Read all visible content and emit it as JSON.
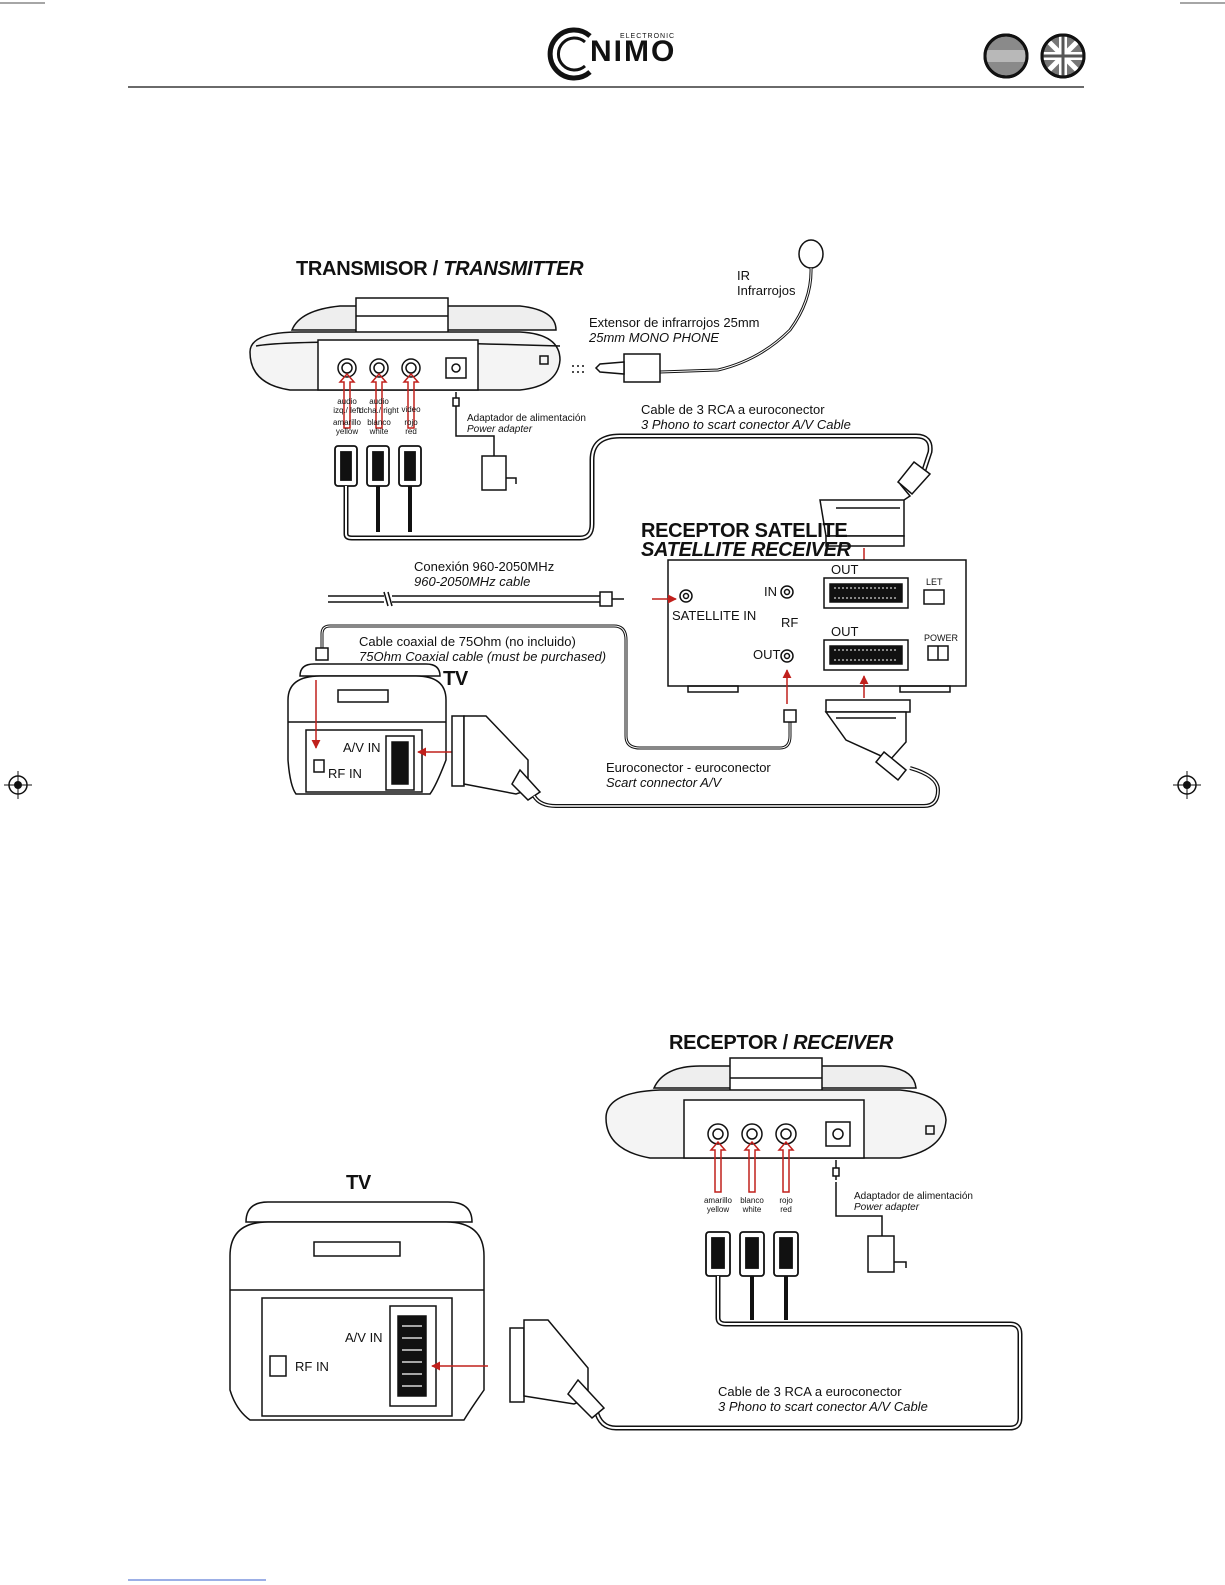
{
  "header": {
    "brand": "NIMO",
    "brand_sub": "ELECTRONIC",
    "flags": [
      "spanish-flag-icon",
      "uk-flag-icon"
    ]
  },
  "diagram1": {
    "title_es": "TRANSMISOR / ",
    "title_en": "TRANSMITTER",
    "ir": "IR",
    "infrarrojos": "Infrarrojos",
    "ir_ext_es": "Extensor de infrarrojos 25mm",
    "ir_ext_en": "25mm MONO PHONE",
    "adapter_es": "Adaptador de alimentación",
    "adapter_en": "Power adapter",
    "cable_es": "Cable de 3 RCA a euroconector",
    "cable_en": "3 Phono to scart conector A/V Cable",
    "jacks": [
      {
        "top": "audio",
        "mid": "izq./ left",
        "color_es": "amarillo",
        "color_en": "yellow"
      },
      {
        "top": "audio",
        "mid": "dcha./ right",
        "color_es": "blanco",
        "color_en": "white"
      },
      {
        "top": "",
        "mid": "video",
        "color_es": "rojo",
        "color_en": "red"
      }
    ],
    "sat_title_es": "RECEPTOR SATELITE",
    "sat_title_en": "SATELLITE RECEIVER",
    "freq_es": "Conexión 960-2050MHz",
    "freq_en": "960-2050MHz cable",
    "satellite_in": "SATELLITE IN",
    "in": "IN",
    "rf": "RF",
    "out": "OUT",
    "out_scart_1": "OUT",
    "out_scart_2": "OUT",
    "let": "LET",
    "power": "POWER",
    "coax_es": "Cable coaxial de 75Ohm (no incluido)",
    "coax_en": "75Ohm Coaxial cable (must be purchased)",
    "tv": "TV",
    "av_in": "A/V IN",
    "rf_in": "RF IN",
    "scart_es": "Euroconector - euroconector",
    "scart_en": "Scart connector A/V"
  },
  "diagram2": {
    "title_es": "RECEPTOR / ",
    "title_en": "RECEIVER",
    "adapter_es": "Adaptador de alimentación",
    "adapter_en": "Power adapter",
    "jacks": [
      {
        "color_es": "amarillo",
        "color_en": "yellow"
      },
      {
        "color_es": "blanco",
        "color_en": "white"
      },
      {
        "color_es": "rojo",
        "color_en": "red"
      }
    ],
    "tv": "TV",
    "av_in": "A/V IN",
    "rf_in": "RF IN",
    "cable_es": "Cable de 3 RCA a euroconector",
    "cable_en": "3 Phono to scart conector A/V Cable"
  },
  "colors": {
    "arrow": "#c0201c",
    "ink": "#111111",
    "flag_gray": "#8a8a8a"
  }
}
